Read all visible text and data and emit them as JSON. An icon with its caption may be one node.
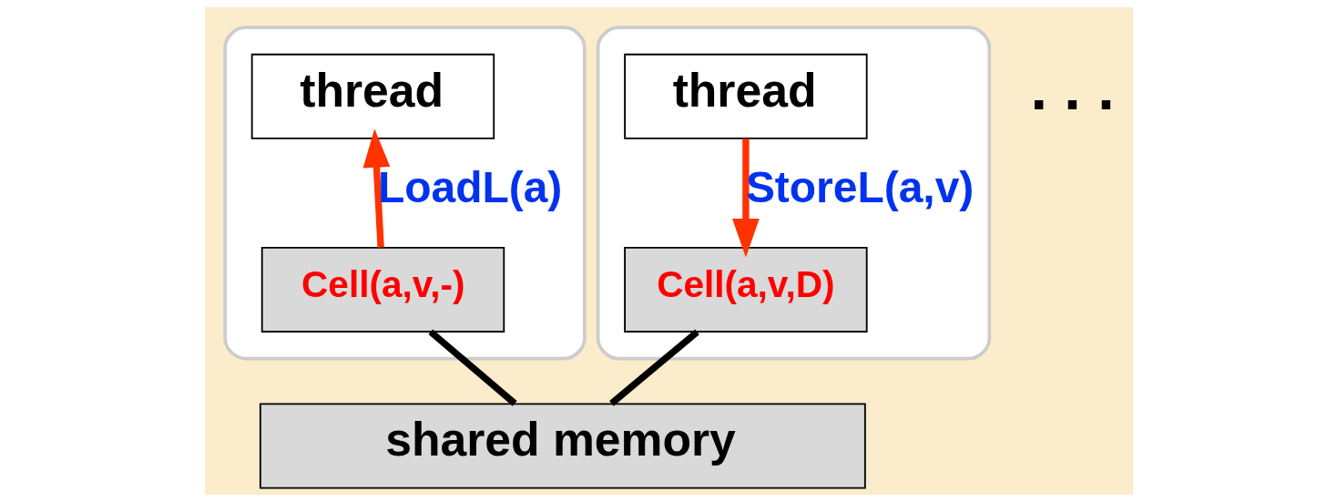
{
  "diagram": {
    "nodes": [
      {
        "text": [],
        "shape": "box"
      },
      {
        "text": [
          "thread"
        ],
        "in": 0
      },
      {
        "text": [
          "Cell(a,v,-)"
        ],
        "in": 0
      },
      {
        "text": [],
        "shape": "box"
      },
      {
        "text": [
          "thread"
        ],
        "in": 3
      },
      {
        "text": [
          "Cell(a,v,D)"
        ],
        "in": 3
      },
      {
        "text": [
          "shared memory"
        ]
      }
    ],
    "edges": [
      {
        "from": 2,
        "to": 1,
        "arrow": "to",
        "label": "LoadL(a)",
        "color": "#ff3300"
      },
      {
        "from": 4,
        "to": 5,
        "arrow": "to",
        "label": "StoreL(a,v)",
        "color": "#ff3300"
      },
      {
        "from": 2,
        "to": 6,
        "arrow": "none",
        "color": "#000000"
      },
      {
        "from": 5,
        "to": 6,
        "arrow": "none",
        "color": "#000000"
      }
    ],
    "labels": [
      ". . ."
    ]
  }
}
